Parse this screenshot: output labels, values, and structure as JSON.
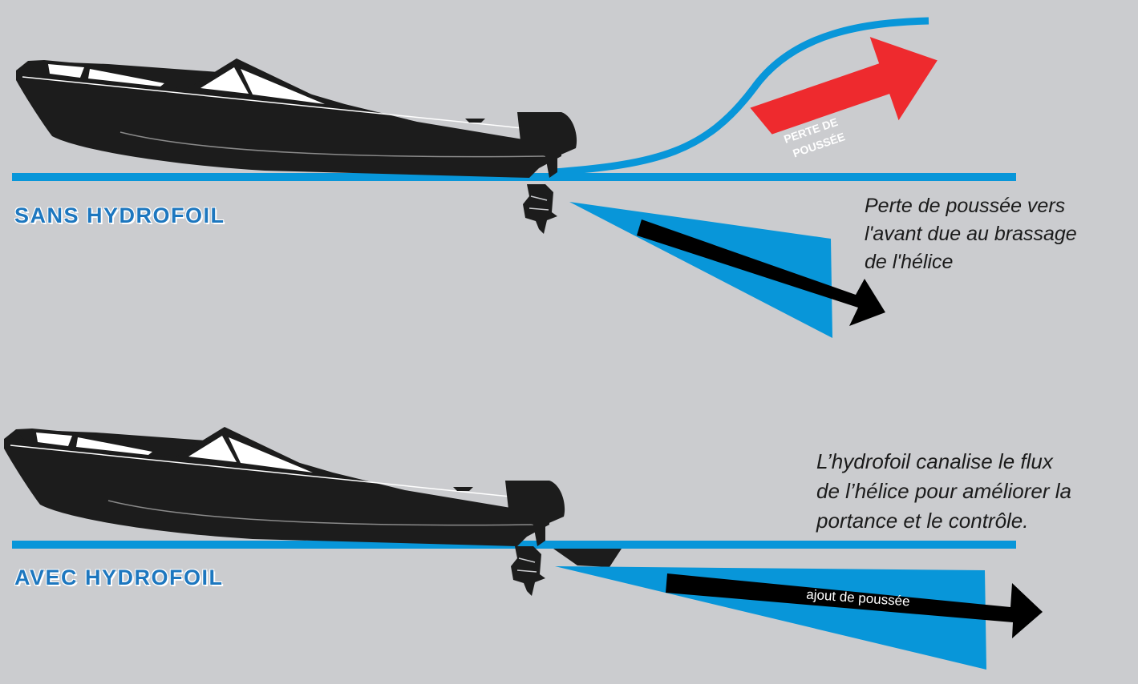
{
  "colors": {
    "background": "#cbcccf",
    "water": "#0896d9",
    "title": "#1d77bf",
    "boat": "#1c1c1c",
    "loss_arrow": "#ee2a2e",
    "thrust_arrow": "#000000"
  },
  "top_panel": {
    "title": "SANS HYDROFOIL",
    "loss_arrow_label_line1": "PERTE DE",
    "loss_arrow_label_line2": "POUSSÉE",
    "caption_lines": [
      "Perte de poussée vers",
      "l'avant due au brassage",
      "de l'hélice"
    ]
  },
  "bottom_panel": {
    "title": "AVEC HYDROFOIL",
    "thrust_arrow_label": "ajout de poussée",
    "caption_lines": [
      "L’hydrofoil canalise le flux",
      "de l’hélice pour améliorer la",
      "portance et le contrôle."
    ]
  }
}
